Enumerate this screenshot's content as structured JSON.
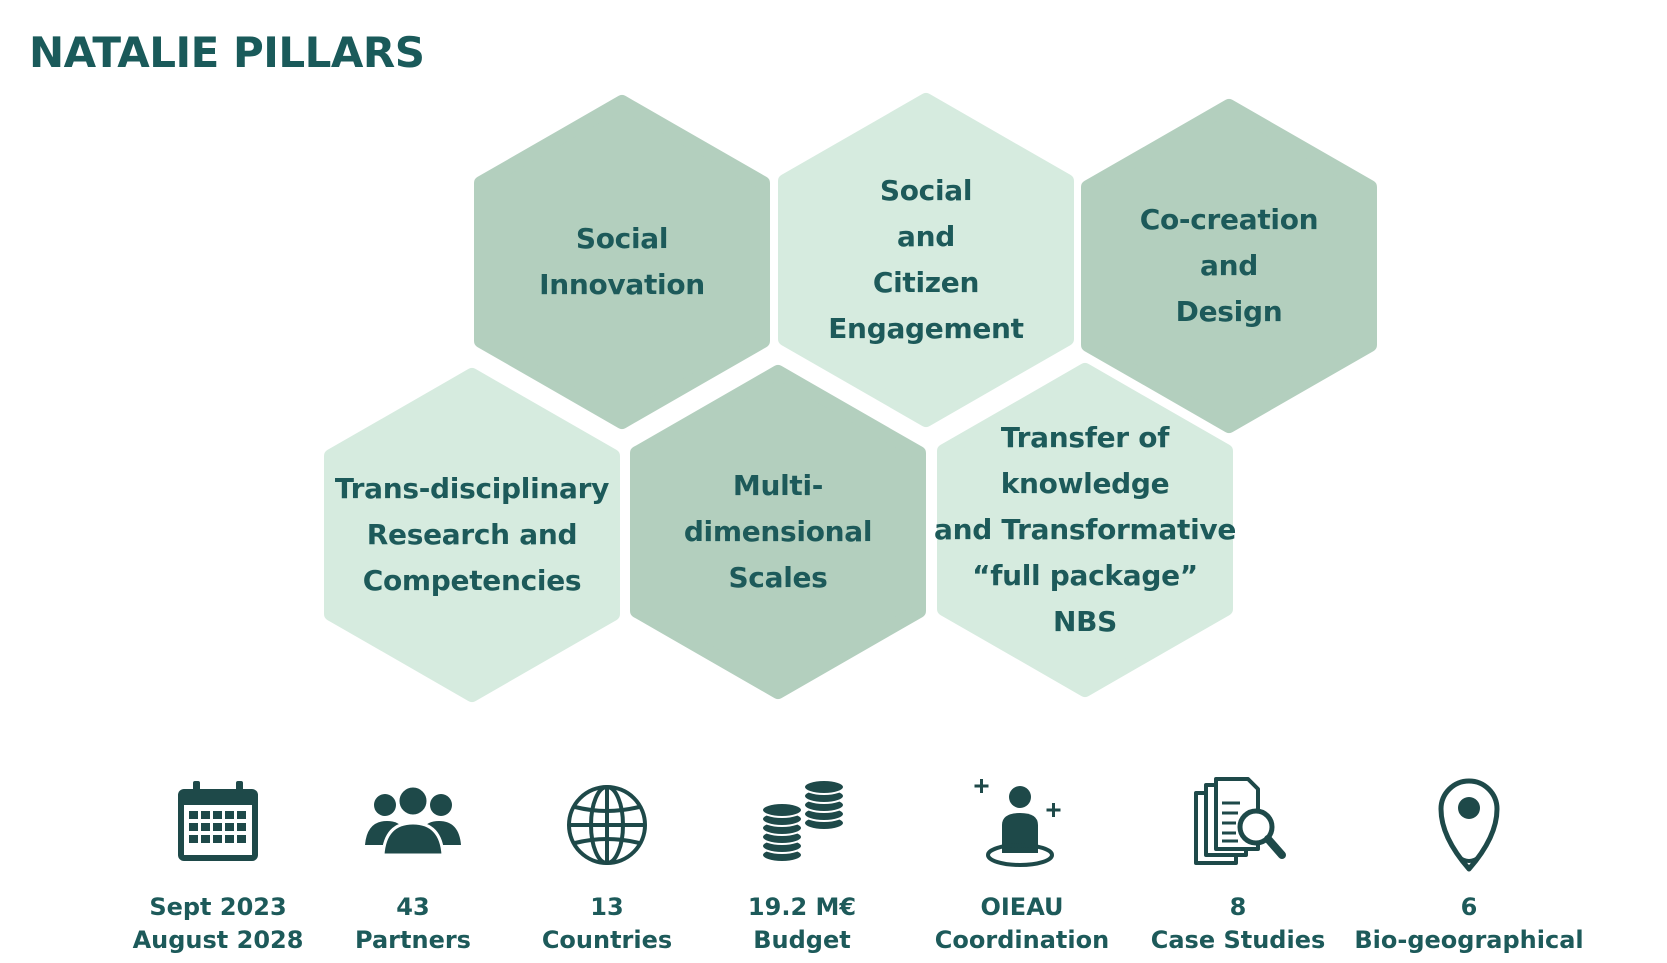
{
  "title": "NATALIE PILLARS",
  "colors": {
    "dark_fill": "#b3cfbe",
    "light_fill": "#d6ebdf",
    "text": "#1d5a5a",
    "icon": "#1e4949"
  },
  "pillars": [
    {
      "lines": [
        "Social",
        "Innovation"
      ],
      "shade": "dark"
    },
    {
      "lines": [
        "Social",
        "and",
        "Citizen",
        "Engagement"
      ],
      "shade": "light"
    },
    {
      "lines": [
        "Co-creation",
        "and",
        "Design"
      ],
      "shade": "dark"
    },
    {
      "lines": [
        "Trans-disciplinary",
        "Research and",
        "Competencies"
      ],
      "shade": "light"
    },
    {
      "lines": [
        "Multi-",
        "dimensional",
        "Scales"
      ],
      "shade": "dark"
    },
    {
      "lines": [
        "Transfer of",
        "knowledge",
        "and Transformative",
        "“full package”",
        "NBS"
      ],
      "shade": "light"
    }
  ],
  "stats": [
    {
      "value": "Sept 2023",
      "label": "August 2028",
      "icon": "calendar-icon"
    },
    {
      "value": "43",
      "label": "Partners",
      "icon": "people-group-icon"
    },
    {
      "value": "13",
      "label": "Countries",
      "icon": "globe-icon"
    },
    {
      "value": "19.2 M€",
      "label": "Budget",
      "icon": "coin-stacks-icon"
    },
    {
      "value": "OIEAU",
      "label": "Coordination",
      "icon": "coordinator-person-icon"
    },
    {
      "value": "8",
      "label": "Case Studies",
      "icon": "document-search-icon"
    },
    {
      "value": "6",
      "label": "Bio-geographical",
      "icon": "map-pin-icon"
    }
  ]
}
